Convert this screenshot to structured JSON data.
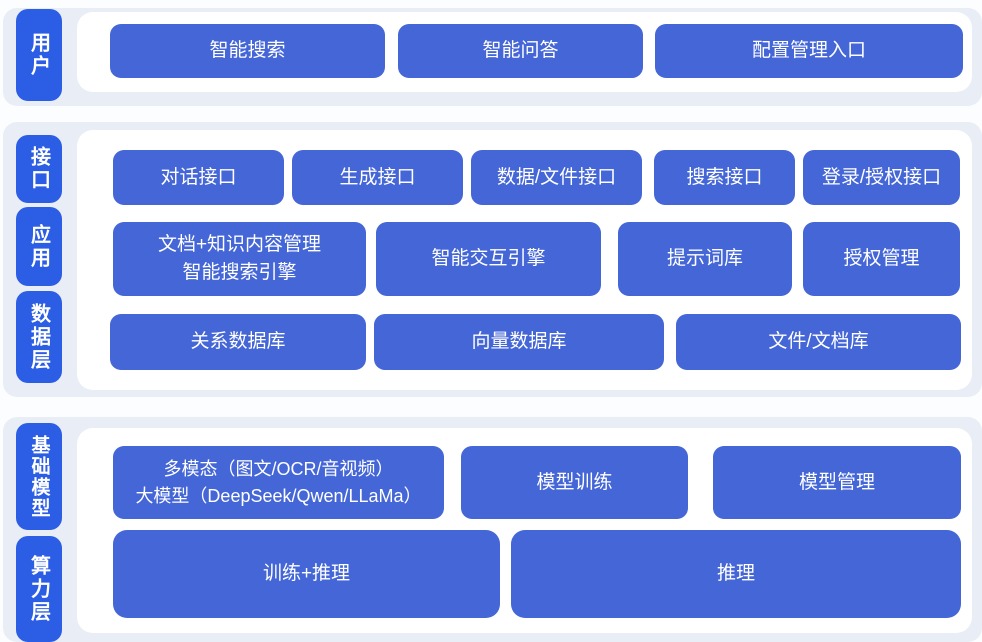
{
  "title": "AI platform architecture diagram",
  "colors": {
    "pill_blue": "#2C5DE5",
    "button_blue": "#4466D6",
    "section_bg": "#E9EEF6",
    "panel_bg": "#FFFFFF",
    "text": "#FFFFFF"
  },
  "sections": [
    {
      "pills": [
        "用户"
      ],
      "rows": [
        [
          "智能搜索",
          "智能问答",
          "配置管理入口"
        ]
      ]
    },
    {
      "pills": [
        "接口",
        "应用",
        "数据层"
      ],
      "rows": [
        [
          "对话接口",
          "生成接口",
          "数据/文件接口",
          "搜索接口",
          "登录/授权接口"
        ],
        [
          "文档+知识内容管理\n智能搜索引擎",
          "智能交互引擎",
          "提示词库",
          "授权管理"
        ],
        [
          "关系数据库",
          "向量数据库",
          "文件/文档库"
        ]
      ]
    },
    {
      "pills": [
        "基础模型",
        "算力层"
      ],
      "rows": [
        [
          "多模态（图文/OCR/音视频）\n大模型（DeepSeek/Qwen/LLaMa）",
          "模型训练",
          "模型管理"
        ],
        [
          "训练+推理",
          "推理"
        ]
      ]
    }
  ]
}
